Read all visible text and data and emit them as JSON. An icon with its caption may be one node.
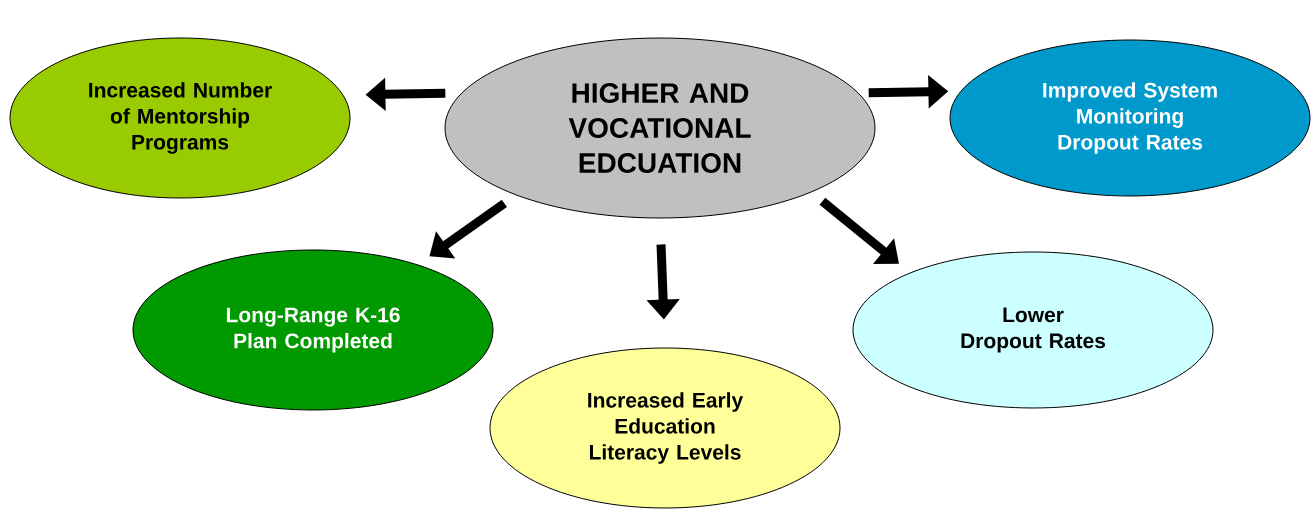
{
  "diagram": {
    "nodes": [
      {
        "text": [
          "HIGHER AND VOCATIONAL EDCUATION"
        ]
      },
      {
        "text": [
          "Increased Number of Mentorship Programs"
        ]
      },
      {
        "text": [
          "Improved System Monitoring Dropout Rates"
        ]
      },
      {
        "text": [
          "Long-Range K-16 Plan Completed"
        ]
      },
      {
        "text": [
          "Increased Early Education Literacy Levels"
        ]
      },
      {
        "text": [
          "Lower Dropout Rates"
        ]
      }
    ],
    "edges": [
      {
        "from": 0,
        "to": 1,
        "arrow": "to"
      },
      {
        "from": 0,
        "to": 2,
        "arrow": "to"
      },
      {
        "from": 0,
        "to": 3,
        "arrow": "to"
      },
      {
        "from": 0,
        "to": 4,
        "arrow": "to"
      },
      {
        "from": 0,
        "to": 5,
        "arrow": "to"
      }
    ]
  }
}
